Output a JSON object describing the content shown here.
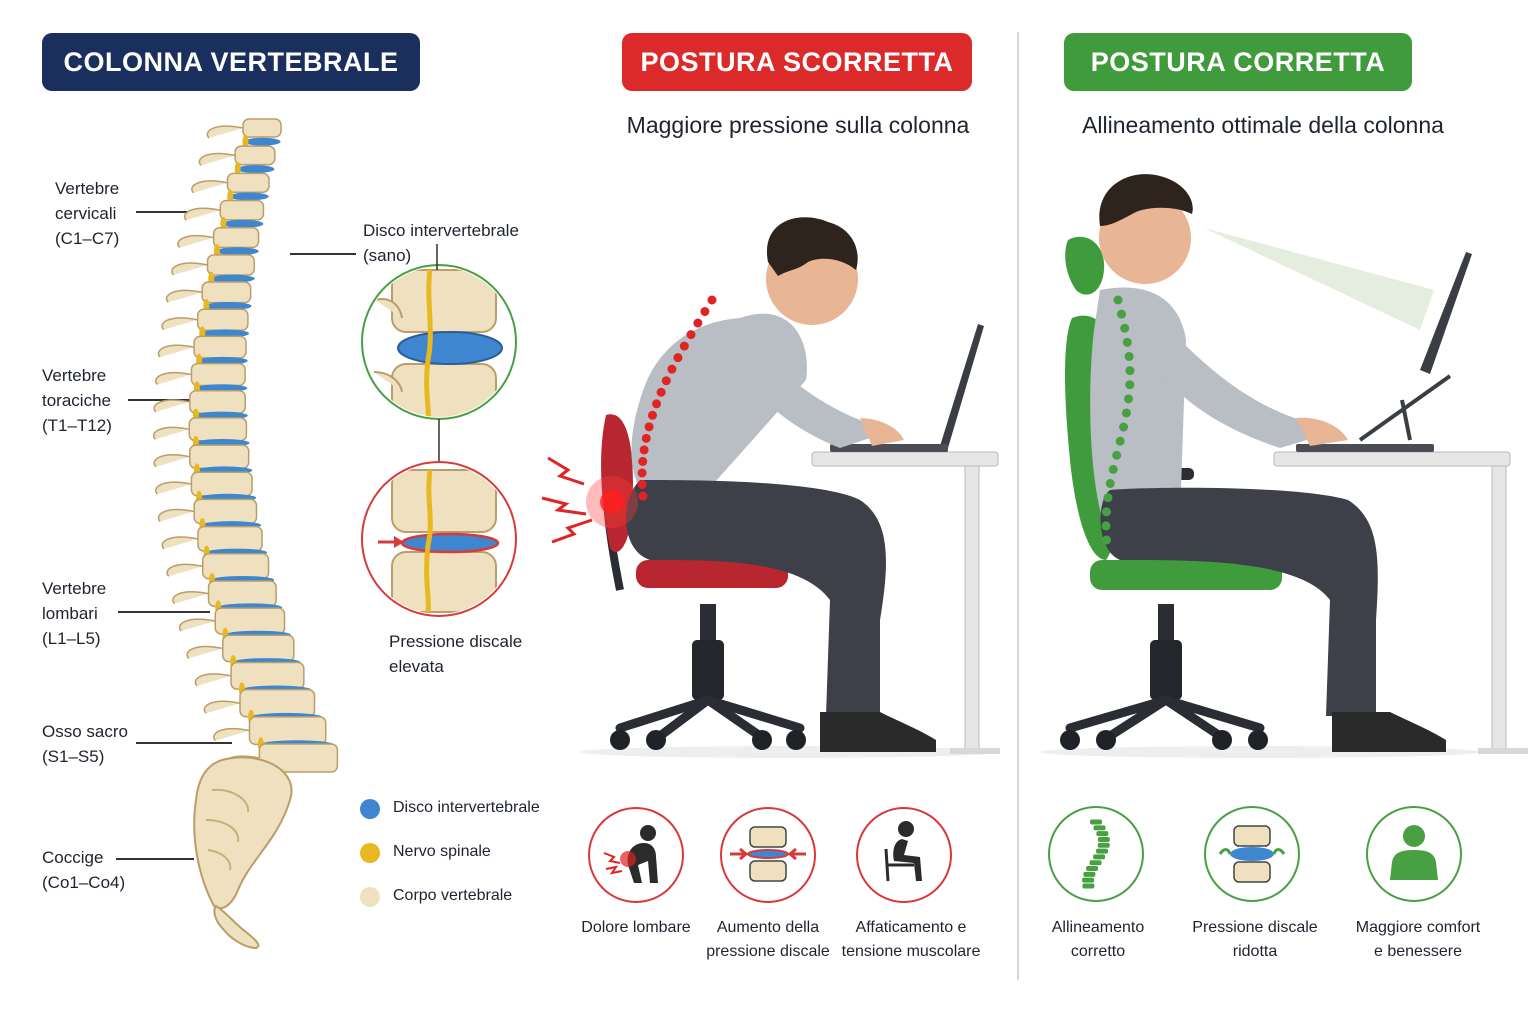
{
  "headers": {
    "spine": "COLONNA VERTEBRALE",
    "bad": "POSTURA SCORRETTA",
    "good": "POSTURA CORRETTA"
  },
  "subtitles": {
    "bad": "Maggiore pressione sulla colonna",
    "good": "Allineamento ottimale della colonna"
  },
  "spine_labels": [
    {
      "lines": [
        "Vertebre",
        "cervicali",
        "(C1–C7)"
      ]
    },
    {
      "lines": [
        "Vertebre",
        "toraciche",
        "(T1–T12)"
      ]
    },
    {
      "lines": [
        "Vertebre",
        "lombari",
        "(L1–L5)"
      ]
    },
    {
      "lines": [
        "Osso sacro",
        "(S1–S5)"
      ]
    },
    {
      "lines": [
        "Coccige",
        "(Co1–Co4)"
      ]
    }
  ],
  "disc_callouts": {
    "healthy": [
      "Disco intervertebrale",
      "(sano)"
    ],
    "pressure": [
      "Pressione discale",
      "elevata"
    ]
  },
  "legend": [
    {
      "label": "Disco intervertebrale",
      "color": "#3f86d0"
    },
    {
      "label": "Nervo spinale",
      "color": "#e8b820"
    },
    {
      "label": "Corpo vertebrale",
      "color": "#efe1bf"
    }
  ],
  "bad_icons": [
    {
      "icon": "back-pain-icon",
      "lines": [
        "Dolore lombare"
      ]
    },
    {
      "icon": "disc-compression-icon",
      "lines": [
        "Aumento della",
        "pressione discale"
      ]
    },
    {
      "icon": "tired-sitting-icon",
      "lines": [
        "Affaticamento e",
        "tensione muscolare"
      ]
    }
  ],
  "good_icons": [
    {
      "icon": "aligned-spine-icon",
      "lines": [
        "Allineamento",
        "corretto"
      ]
    },
    {
      "icon": "healthy-disc-icon",
      "lines": [
        "Pressione discale",
        "ridotta"
      ]
    },
    {
      "icon": "comfortable-person-icon",
      "lines": [
        "Maggiore comfort",
        "e benessere"
      ]
    }
  ],
  "colors": {
    "navy": "#1b2f5e",
    "red": "#dc2a2a",
    "green": "#3f9b3b",
    "disc_blue": "#3f86d0",
    "nerve_yellow": "#e8b820",
    "bone": "#efe1bf"
  }
}
